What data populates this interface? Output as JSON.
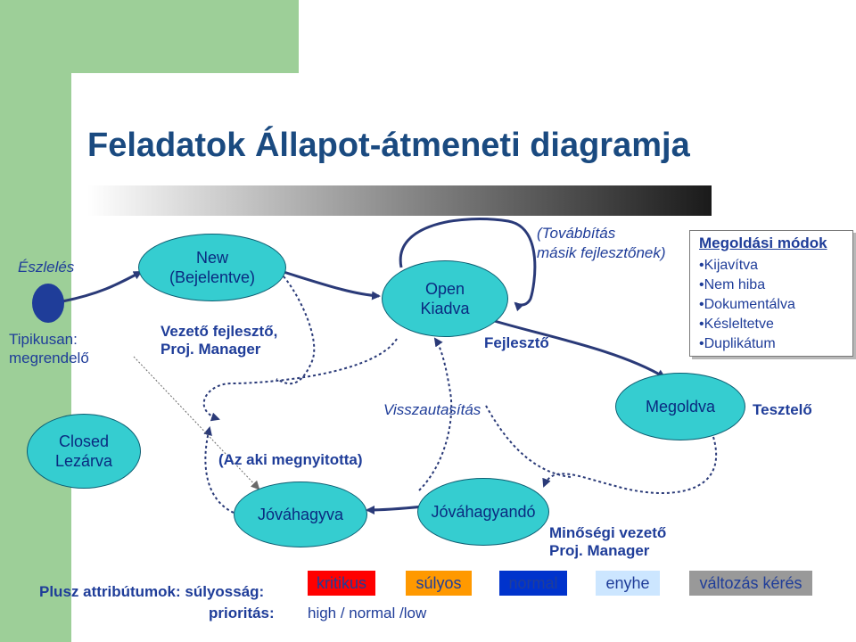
{
  "title": "Feladatok Állapot-átmeneti diagramja",
  "start": {
    "label": "Észlelés",
    "role": "Tipikusan: megrendelő"
  },
  "states": {
    "new": {
      "line1": "New",
      "line2": "(Bejelentve)"
    },
    "open": {
      "line1": "Open",
      "line2": "Kiadva"
    },
    "resolved": {
      "line1": "Megoldva"
    },
    "closed": {
      "line1": "Closed",
      "line2": "Lezárva"
    },
    "approved": {
      "line1": "Jóváhagyva"
    },
    "pending": {
      "line1": "Jóváhagyandó"
    }
  },
  "labels": {
    "lead_dev": "Vezető fejlesztő,",
    "proj_manager": "Proj. Manager",
    "forward": "(Továbbítás",
    "forward2": "másik fejlesztőnek)",
    "developer": "Fejlesztő",
    "rejection": "Visszautasítás",
    "tester": "Tesztelő",
    "reopened": "(Az aki megnyitotta)",
    "qa_lead": "Minőségi vezető",
    "qa_manager": "Proj. Manager"
  },
  "resolution": {
    "heading": "Megoldási módok",
    "items": [
      "Kijavítva",
      "Nem hiba",
      "Dokumentálva",
      "Késleltetve",
      "Duplikátum"
    ]
  },
  "attributes": {
    "label1": "Plusz attribútumok: súlyosság:",
    "label2": "prioritás:",
    "priority_values": "high / normal /low",
    "severities": [
      {
        "label": "kritikus",
        "color": "#ff0000"
      },
      {
        "label": "súlyos",
        "color": "#ff9900"
      },
      {
        "label": "normal",
        "color": "#0033cc"
      },
      {
        "label": "enyhe",
        "color": "#cce6ff"
      },
      {
        "label": "változás kérés",
        "color": "#999999"
      }
    ]
  }
}
